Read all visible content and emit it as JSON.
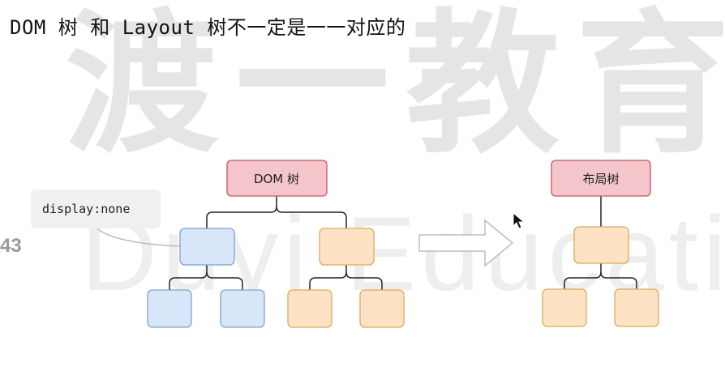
{
  "title": "DOM 树 和 Layout 树不一定是一一对应的",
  "watermark": {
    "cn": "渡一教育",
    "en": "Duyi Education"
  },
  "page_number": "43",
  "callout": {
    "text": "display:none"
  },
  "dom_tree": {
    "root_label": "DOM 树"
  },
  "layout_tree": {
    "root_label": "布局树"
  },
  "colors": {
    "root_fill": "#f4c6cb",
    "root_stroke": "#c2565f",
    "blue_fill": "#d7e6f8",
    "blue_stroke": "#7ea4cf",
    "orange_fill": "#fde3c4",
    "orange_stroke": "#e0a75a",
    "line": "#222222",
    "arrow_fill": "#ffffff",
    "arrow_stroke": "#bdbdbd"
  }
}
